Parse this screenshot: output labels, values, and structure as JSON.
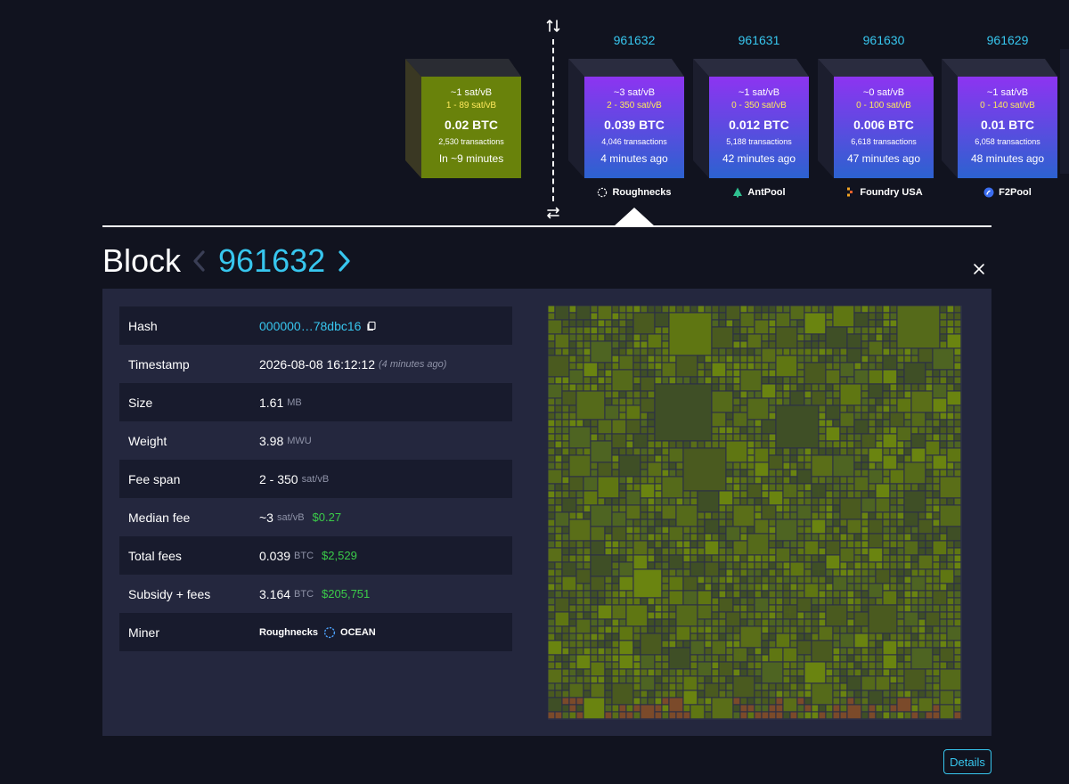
{
  "chain": {
    "pending_block": {
      "fee_median": "~1 sat/vB",
      "fee_span": "1 - 89 sat/vB",
      "total": "0.02 BTC",
      "tx_count": "2,530 transactions",
      "eta": "In ~9 minutes",
      "colors": {
        "face": "#69820b",
        "top": "#2a2c33",
        "side": "#3a3823"
      }
    },
    "mined_blocks": [
      {
        "height": "961632",
        "fee_median": "~3 sat/vB",
        "fee_span": "2 - 350 sat/vB",
        "total": "0.039 BTC",
        "tx_count": "4,046 transactions",
        "time_ago": "4 minutes ago",
        "pool": "Roughnecks",
        "pool_icon": "ocean-icon"
      },
      {
        "height": "961631",
        "fee_median": "~1 sat/vB",
        "fee_span": "0 - 350 sat/vB",
        "total": "0.012 BTC",
        "tx_count": "5,188 transactions",
        "time_ago": "42 minutes ago",
        "pool": "AntPool",
        "pool_icon": "antpool-icon"
      },
      {
        "height": "961630",
        "fee_median": "~0 sat/vB",
        "fee_span": "0 - 100 sat/vB",
        "total": "0.006 BTC",
        "tx_count": "6,618 transactions",
        "time_ago": "47 minutes ago",
        "pool": "Foundry USA",
        "pool_icon": "foundry-icon"
      },
      {
        "height": "961629",
        "fee_median": "~1 sat/vB",
        "fee_span": "0 - 140 sat/vB",
        "total": "0.01 BTC",
        "tx_count": "6,058 transactions",
        "time_ago": "48 minutes ago",
        "pool": "F2Pool",
        "pool_icon": "f2pool-icon"
      }
    ],
    "mined_colors": {
      "face_top": "#8d34f1",
      "face_bottom": "#2c62d0",
      "top": "#2a2c3f",
      "side": "#1c1e2e"
    },
    "selected_index": 0
  },
  "block": {
    "title": "Block",
    "height": "961632",
    "rows": {
      "hash": {
        "label": "Hash",
        "value": "000000…78dbc16"
      },
      "timestamp": {
        "label": "Timestamp",
        "value": "2026-08-08 16:12:12",
        "relative": "(4 minutes ago)"
      },
      "size": {
        "label": "Size",
        "value": "1.61",
        "unit": "MB"
      },
      "weight": {
        "label": "Weight",
        "value": "3.98",
        "unit": "MWU"
      },
      "fee_span": {
        "label": "Fee span",
        "value": "2 - 350",
        "unit": "sat/vB"
      },
      "median_fee": {
        "label": "Median fee",
        "value": "~3",
        "unit": "sat/vB",
        "fiat": "$0.27"
      },
      "total_fees": {
        "label": "Total fees",
        "value": "0.039",
        "unit": "BTC",
        "fiat": "$2,529"
      },
      "subsidy_fees": {
        "label": "Subsidy + fees",
        "value": "3.164",
        "unit": "BTC",
        "fiat": "$205,751"
      },
      "miner": {
        "label": "Miner",
        "name": "Roughnecks",
        "pool": "OCEAN",
        "pool_icon": "ocean-icon"
      }
    },
    "details_button": "Details"
  },
  "colors": {
    "background": "#11131f",
    "panel": "#24273e",
    "accent": "#37c6ee",
    "fiat": "#3bcc49",
    "treemap_palette": [
      "#4a5a1f",
      "#556a1a",
      "#5f7612",
      "#3f4f26",
      "#6a8410",
      "#4e6422",
      "#5a6e18",
      "#7b4a2a"
    ]
  }
}
